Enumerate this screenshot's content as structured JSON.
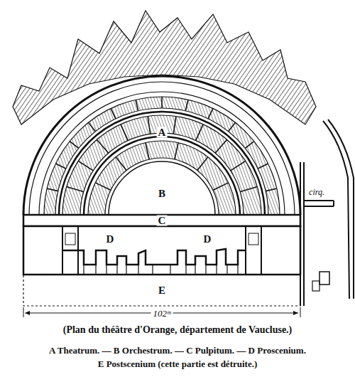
{
  "diagram": {
    "caption": "(Plan du théâtre d'Orange, département de Vaucluse.)",
    "labels": [
      "A",
      "B",
      "C",
      "D",
      "D",
      "E",
      "102ᵐ",
      "cirq.",
      "A Theatrum. — B Orchestrum. — C Pulpitum. — D Proscenium.",
      "E Postscenium (cette partie est détruite.)"
    ]
  }
}
